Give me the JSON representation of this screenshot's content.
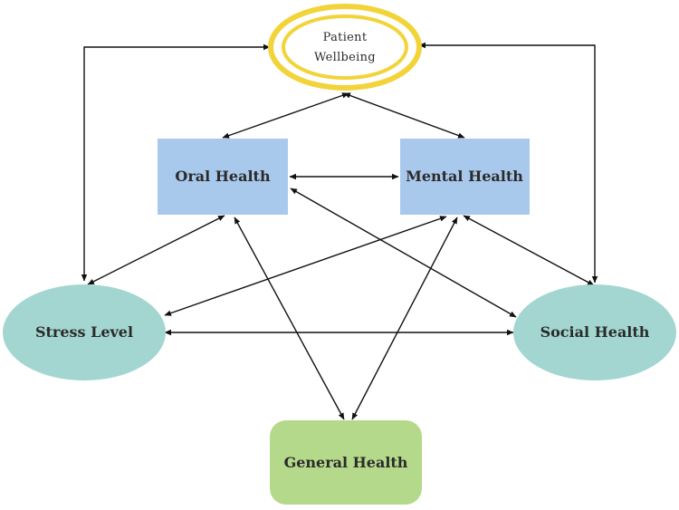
{
  "nodes": {
    "patient_wellbeing": {
      "line1": "Patient",
      "line2": "Wellbeing",
      "ring_color": "#f2d43a"
    },
    "oral_health": {
      "label": "Oral Health",
      "fill": "#a9c9ec"
    },
    "mental_health": {
      "label": "Mental Health",
      "fill": "#a9c9ec"
    },
    "stress_level": {
      "label": "Stress Level",
      "fill": "#a3d6d0"
    },
    "social_health": {
      "label": "Social Health",
      "fill": "#a3d6d0"
    },
    "general_health": {
      "label": "General Health",
      "fill": "#b5d98a"
    }
  },
  "edges": [
    {
      "from": "stress_level",
      "to": "patient_wellbeing",
      "kind": "bidirectional"
    },
    {
      "from": "social_health",
      "to": "patient_wellbeing",
      "kind": "bidirectional"
    },
    {
      "from": "oral_health",
      "to": "patient_wellbeing",
      "kind": "bidirectional"
    },
    {
      "from": "mental_health",
      "to": "patient_wellbeing",
      "kind": "bidirectional"
    },
    {
      "from": "oral_health",
      "to": "mental_health",
      "kind": "bidirectional"
    },
    {
      "from": "oral_health",
      "to": "stress_level",
      "kind": "bidirectional"
    },
    {
      "from": "oral_health",
      "to": "social_health",
      "kind": "bidirectional"
    },
    {
      "from": "oral_health",
      "to": "general_health",
      "kind": "bidirectional"
    },
    {
      "from": "mental_health",
      "to": "stress_level",
      "kind": "bidirectional"
    },
    {
      "from": "mental_health",
      "to": "social_health",
      "kind": "bidirectional"
    },
    {
      "from": "mental_health",
      "to": "general_health",
      "kind": "bidirectional"
    },
    {
      "from": "stress_level",
      "to": "social_health",
      "kind": "bidirectional"
    }
  ]
}
